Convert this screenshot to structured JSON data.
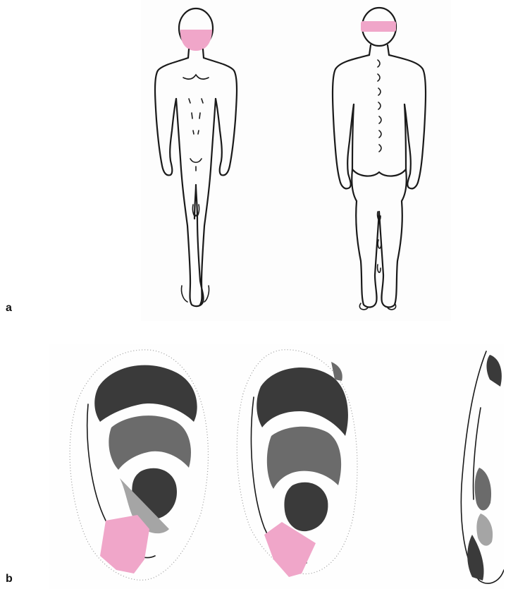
{
  "panels": [
    {
      "label": "a"
    },
    {
      "label": "b"
    }
  ],
  "colors": {
    "highlight": "#f0a6c9",
    "ink": "#1a1a1a"
  },
  "figures": {
    "bodies": [
      "front-view-figure",
      "back-view-figure"
    ],
    "ears": [
      "ear-lateral-view",
      "ear-oblique-view",
      "ear-posterior-view"
    ]
  }
}
